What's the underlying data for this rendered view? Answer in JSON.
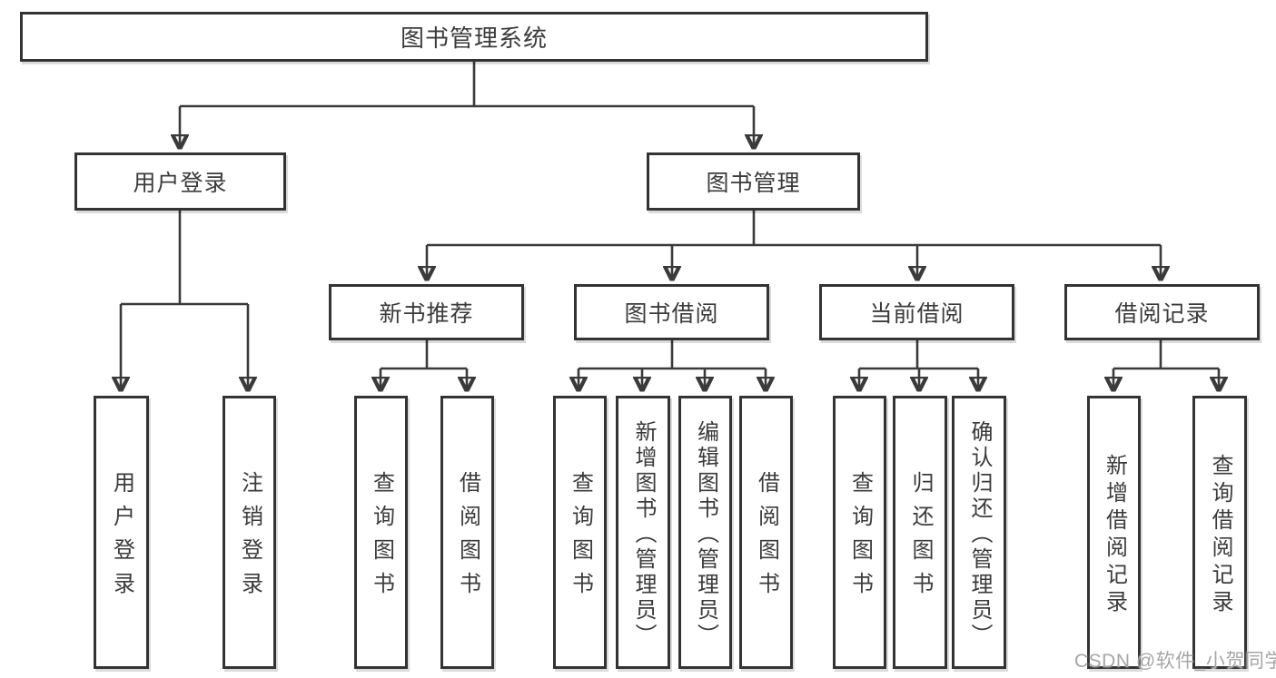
{
  "diagram": {
    "title": "图书管理系统",
    "level2": [
      {
        "id": "user-login",
        "label": "用户登录"
      },
      {
        "id": "book-management",
        "label": "图书管理"
      }
    ],
    "level3": [
      {
        "id": "new-book-recommend",
        "parent": "图书管理",
        "label": "新书推荐"
      },
      {
        "id": "book-borrow",
        "parent": "图书管理",
        "label": "图书借阅"
      },
      {
        "id": "current-borrow",
        "parent": "图书管理",
        "label": "当前借阅"
      },
      {
        "id": "borrow-records",
        "parent": "图书管理",
        "label": "借阅记录"
      }
    ],
    "leaves": [
      {
        "parent": "用户登录",
        "label": "用户登录"
      },
      {
        "parent": "用户登录",
        "label": "注销登录"
      },
      {
        "parent": "新书推荐",
        "label": "查询图书"
      },
      {
        "parent": "新书推荐",
        "label": "借阅图书"
      },
      {
        "parent": "图书借阅",
        "label": "查询图书"
      },
      {
        "parent": "图书借阅",
        "label": "新增图书（管理员）"
      },
      {
        "parent": "图书借阅",
        "label": "编辑图书（管理员）"
      },
      {
        "parent": "图书借阅",
        "label": "借阅图书"
      },
      {
        "parent": "当前借阅",
        "label": "查询图书"
      },
      {
        "parent": "当前借阅",
        "label": "归还图书"
      },
      {
        "parent": "当前借阅",
        "label": "确认归还（管理员）"
      },
      {
        "parent": "借阅记录",
        "label": "新增借阅记录"
      },
      {
        "parent": "借阅记录",
        "label": "查询借阅记录"
      }
    ]
  },
  "watermark": "CSDN @软件_小贺同学",
  "colors": {
    "line": "#3a3a3a",
    "box_border": "#333333",
    "text": "#3b3b3b",
    "watermark_text": "#a6a6a6",
    "background": "#ffffff"
  }
}
